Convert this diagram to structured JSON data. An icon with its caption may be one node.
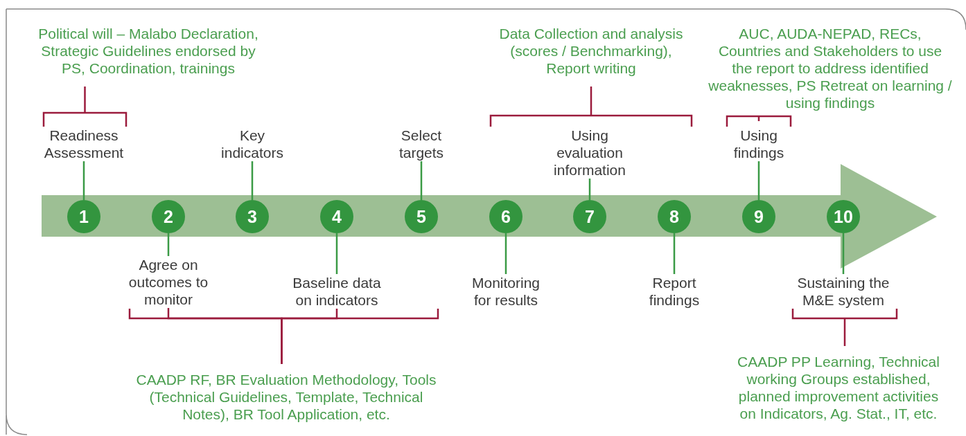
{
  "diagram": {
    "nodes": [
      {
        "text": [
          "1"
        ]
      },
      {
        "text": [
          "2"
        ]
      },
      {
        "text": [
          "3"
        ]
      },
      {
        "text": [
          "4"
        ]
      },
      {
        "text": [
          "5"
        ]
      },
      {
        "text": [
          "6"
        ]
      },
      {
        "text": [
          "7"
        ]
      },
      {
        "text": [
          "8"
        ]
      },
      {
        "text": [
          "9"
        ]
      },
      {
        "text": [
          "10"
        ]
      },
      {
        "text": [
          "Readiness Assessment"
        ]
      },
      {
        "text": [
          "Agree on outcomes to monitor"
        ]
      },
      {
        "text": [
          "Key indicators"
        ]
      },
      {
        "text": [
          "Baseline data on indicators"
        ]
      },
      {
        "text": [
          "Select targets"
        ]
      },
      {
        "text": [
          "Monitoring for results"
        ]
      },
      {
        "text": [
          "Using evaluation information"
        ]
      },
      {
        "text": [
          "Report findings"
        ]
      },
      {
        "text": [
          "Using findings"
        ]
      },
      {
        "text": [
          "Sustaining the M&E system"
        ]
      },
      {
        "text": [
          "Political will – Malabo Declaration, Strategic Guidelines endorsed by PS, Coordination, trainings"
        ]
      },
      {
        "text": [
          "CAADP RF, BR Evaluation Methodology, Tools (Technical Guidelines, Template, Technical Notes), BR Tool Application, etc."
        ]
      },
      {
        "text": [
          "Data Collection and analysis (scores / Benchmarking), Report writing"
        ]
      },
      {
        "text": [
          "AUC, AUDA-NEPAD, RECs, Countries and Stakeholders to use the report to address identified weaknesses, PS Retreat on learning / using findings"
        ]
      },
      {
        "text": [
          "CAADP PP Learning, Technical working Groups established, planned improvement activities on Indicators, Ag. Stat., IT, etc."
        ]
      }
    ],
    "edges": [
      {
        "from": 10,
        "to": 0,
        "arrow": "none"
      },
      {
        "from": 11,
        "to": 1,
        "arrow": "none"
      },
      {
        "from": 12,
        "to": 2,
        "arrow": "none"
      },
      {
        "from": 13,
        "to": 3,
        "arrow": "none"
      },
      {
        "from": 14,
        "to": 4,
        "arrow": "none"
      },
      {
        "from": 15,
        "to": 5,
        "arrow": "none"
      },
      {
        "from": 16,
        "to": 6,
        "arrow": "none"
      },
      {
        "from": 17,
        "to": 7,
        "arrow": "none"
      },
      {
        "from": 18,
        "to": 8,
        "arrow": "none"
      },
      {
        "from": 19,
        "to": 9,
        "arrow": "none"
      },
      {
        "from": 20,
        "to": 10,
        "arrow": "none",
        "color": "#9b1b3c"
      },
      {
        "from": 21,
        "to": 11,
        "arrow": "none",
        "color": "#9b1b3c"
      },
      {
        "from": 21,
        "to": 13,
        "arrow": "none",
        "color": "#9b1b3c"
      },
      {
        "from": 22,
        "to": 16,
        "arrow": "none",
        "color": "#9b1b3c"
      },
      {
        "from": 23,
        "to": 18,
        "arrow": "none",
        "color": "#9b1b3c"
      },
      {
        "from": 24,
        "to": 19,
        "arrow": "none",
        "color": "#9b1b3c"
      }
    ]
  }
}
